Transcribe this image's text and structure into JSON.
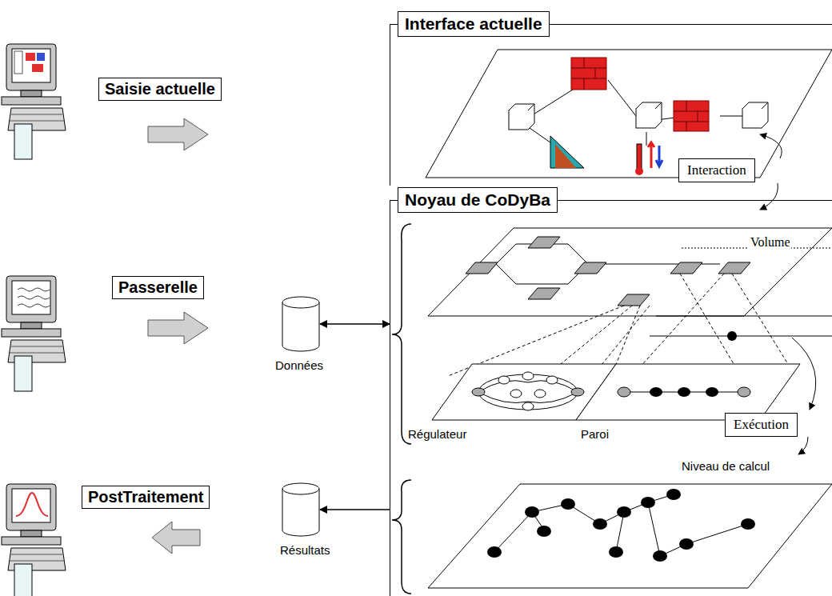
{
  "diagram": {
    "nodes": [
      {
        "text": [
          "Saisie actuelle"
        ]
      },
      {
        "text": [
          "Passerelle"
        ]
      },
      {
        "text": [
          "Données"
        ]
      },
      {
        "text": [
          "PostTraitement"
        ]
      },
      {
        "text": [
          "Résultats"
        ]
      },
      {
        "text": [
          "Interface actuelle"
        ]
      },
      {
        "text": [
          "Interaction"
        ]
      },
      {
        "text": [
          "Noyau de CoDyBa"
        ]
      },
      {
        "text": [
          "Exécution"
        ],
        "in": 7
      }
    ],
    "edges": [
      {
        "from": 2,
        "to": 7,
        "arrow": "both"
      },
      {
        "from": 7,
        "to": 4,
        "arrow": "to"
      }
    ],
    "labels": [
      "Volume",
      "Régulateur",
      "Paroi",
      "Niveau de calcul"
    ]
  }
}
